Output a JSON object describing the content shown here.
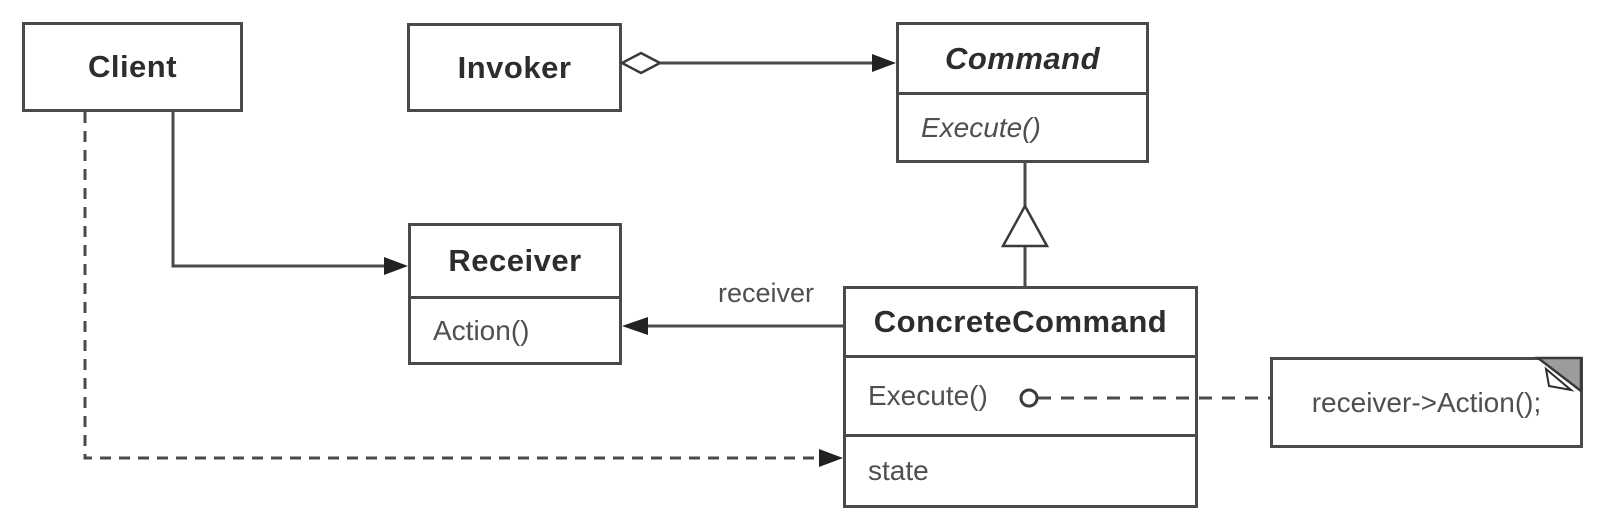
{
  "diagram": {
    "kind": "uml-class-diagram",
    "pattern": "Command",
    "classes": {
      "client": {
        "name": "Client"
      },
      "invoker": {
        "name": "Invoker"
      },
      "command": {
        "name": "Command",
        "abstract": true,
        "methods": [
          "Execute()"
        ]
      },
      "receiver": {
        "name": "Receiver",
        "methods": [
          "Action()"
        ]
      },
      "concrete_command": {
        "name": "ConcreteCommand",
        "methods": [
          "Execute()"
        ],
        "attributes": [
          "state"
        ]
      }
    },
    "edge_labels": {
      "receiver_role": "receiver"
    },
    "note": {
      "text": "receiver->Action();"
    },
    "edges": [
      {
        "from": "Invoker",
        "to": "Command",
        "type": "aggregation-arrow"
      },
      {
        "from": "ConcreteCommand",
        "to": "Command",
        "type": "inheritance"
      },
      {
        "from": "ConcreteCommand",
        "to": "Receiver",
        "type": "association-arrow",
        "label": "receiver"
      },
      {
        "from": "Client",
        "to": "Receiver",
        "type": "association-arrow"
      },
      {
        "from": "Client",
        "to": "ConcreteCommand.state",
        "type": "dashed-arrow"
      },
      {
        "from": "ConcreteCommand.Execute()",
        "to": "note",
        "type": "dashed-anchor"
      }
    ],
    "colors": {
      "background": "#ffffff",
      "line": "#4a4a4a",
      "arrowhead": "#222222",
      "header_text": "#2d2d2d",
      "member_text": "#4f4f4f",
      "note_fold": "#9c9c9c"
    }
  }
}
